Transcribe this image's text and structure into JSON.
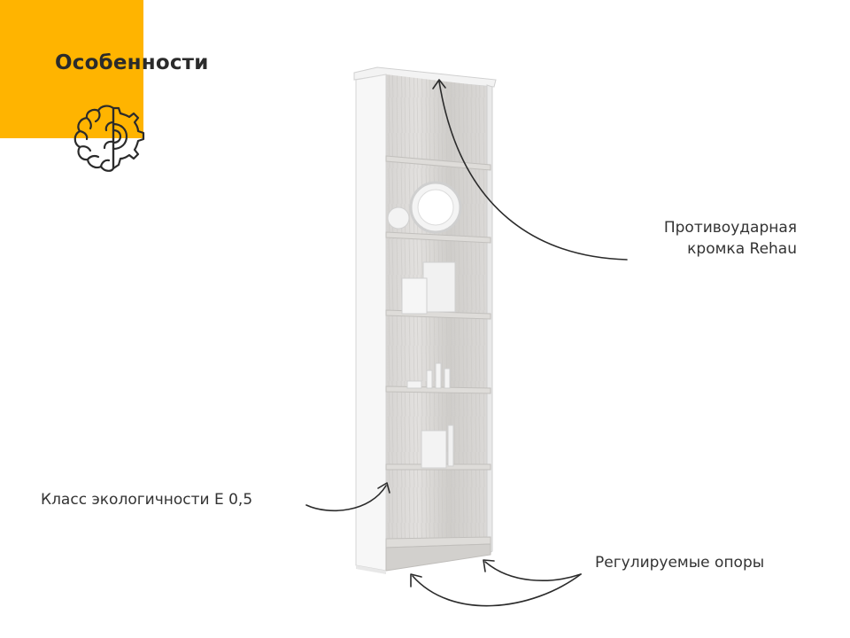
{
  "page": {
    "title": "Особенности",
    "accent_color": "#ffb400"
  },
  "icons": {
    "feature_icon": "brain-gear-icon"
  },
  "callouts": {
    "edge_line1": "Противоударная",
    "edge_line2": "кромка Rehau",
    "eco_class": "Класс экологичности Е 0,5",
    "feet": "Регулируемые опоры"
  }
}
